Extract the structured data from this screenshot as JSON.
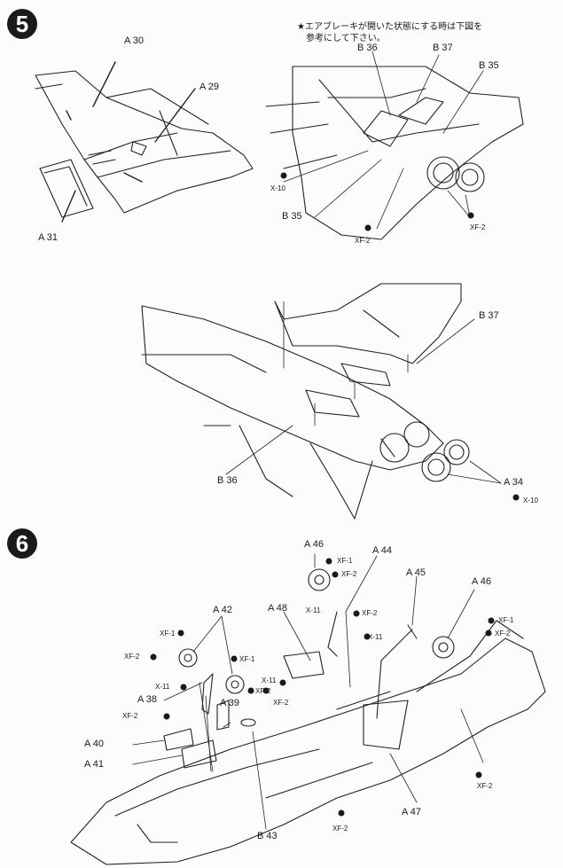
{
  "steps": {
    "s5": "5",
    "s6": "6"
  },
  "note": {
    "line1": "★エアブレーキが開いた状態にする時は下図を",
    "line2": "参考にして下さい。"
  },
  "step5_labels": {
    "a30": "A 30",
    "a29": "A 29",
    "a31": "A 31",
    "b36": "B 36",
    "b37": "B 37",
    "b35_top": "B 35",
    "b35_bottom": "B 35",
    "x10": "X-10",
    "xf2_a": "XF-2",
    "xf2_b": "XF-2",
    "b37_mid": "B 37",
    "b36_mid": "B 36",
    "a34": "A 34",
    "x10_mid": "X-10"
  },
  "step6_labels": {
    "a46_top": "A 46",
    "xf1_top": "XF-1",
    "xf2_top": "XF-2",
    "a44": "A 44",
    "a45": "A 45",
    "a46_right": "A 46",
    "xf1_right": "XF-1",
    "xf2_right": "XF-2",
    "x11_right": "X-11",
    "a48": "A 48",
    "x11_mid": "X-11",
    "xf2_mid": "XF-2",
    "a42": "A 42",
    "xf1_left": "XF-1",
    "xf2_left": "XF-2",
    "xf1_b": "XF-1",
    "xf2_b": "XF-2",
    "x11_left": "X-11",
    "x11_c": "X-11",
    "xf2_c": "XF-2",
    "a38": "A 38",
    "a39": "A 39",
    "xf2_d": "XF-2",
    "a40": "A 40",
    "a41": "A 41",
    "b43": "B 43",
    "a47": "A 47",
    "xf2_bottom": "XF-2",
    "xf2_low": "XF-2"
  }
}
